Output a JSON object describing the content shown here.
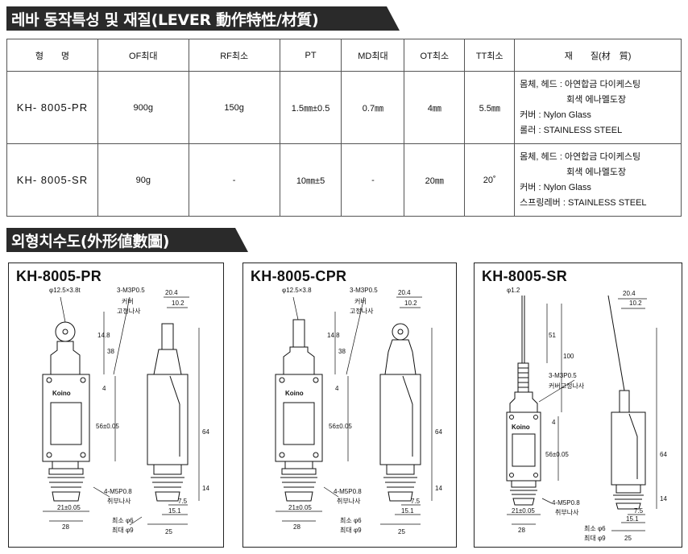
{
  "section1_title": "레바 동작특성 및 재질(LEVER 動作特性/材質)",
  "section2_title": "외형치수도(外形値數圖)",
  "table": {
    "headers": [
      "형　　명",
      "OF최대",
      "RF최소",
      "PT",
      "MD최대",
      "OT최소",
      "TT최소",
      "재　　질(材　質)"
    ],
    "rows": [
      {
        "model": "KH- 8005-PR",
        "of": "900g",
        "rf": "150g",
        "pt": "1.5㎜±0.5",
        "md": "0.7㎜",
        "ot": "4㎜",
        "tt": "5.5㎜",
        "material": [
          "몸체, 헤드 : 아연합금 다이케스팅",
          "회색 에나멜도장",
          "커버 : Nylon Glass",
          "롤러 : STAINLESS STEEL"
        ]
      },
      {
        "model": "KH- 8005-SR",
        "of": "90g",
        "rf": "-",
        "pt": "10㎜±5",
        "md": "-",
        "ot": "20㎜",
        "tt": "20˚",
        "material": [
          "몸체, 헤드 : 아연합금 다이케스팅",
          "회색 에나멜도장",
          "커버 : Nylon Glass",
          "스프링레버 : STAINLESS STEEL"
        ]
      }
    ]
  },
  "diagrams": [
    {
      "title": "KH-8005-PR",
      "labels": {
        "roller": "φ12.5×3.8t",
        "screw": "3-M3P0.5",
        "cover1": "커버",
        "cover2": "고정나사",
        "d204": "20.4",
        "d102": "10.2",
        "d148": "14.8",
        "d38": "38",
        "d4": "4",
        "d56": "56±0.05",
        "d64": "64",
        "d14": "14",
        "d75": "7.5",
        "d151": "15.1",
        "d28": "28",
        "d21": "21±0.05",
        "d25": "25",
        "m5": "4-M5P0.8",
        "m5b": "취부나사",
        "min": "최소 φ6",
        "max": "최대 φ9",
        "brand": "Koino"
      }
    },
    {
      "title": "KH-8005-CPR",
      "labels": {
        "roller": "φ12.5×3.8",
        "screw": "3-M3P0.5",
        "cover1": "커버",
        "cover2": "고정나사",
        "d204": "20.4",
        "d102": "10.2",
        "d148": "14.8",
        "d38": "38",
        "d4": "4",
        "d56": "56±0.05",
        "d64": "64",
        "d14": "14",
        "d75": "7.5",
        "d151": "15.1",
        "d28": "28",
        "d21": "21±0.05",
        "d25": "25",
        "m5": "4-M5P0.8",
        "m5b": "취부나사",
        "min": "최소 φ6",
        "max": "최대 φ9",
        "brand": "Koino"
      }
    },
    {
      "title": "KH-8005-SR",
      "labels": {
        "rod": "φ1.2",
        "screw": "3-M3P0.5",
        "cover": "커버고정나사",
        "d204": "20.4",
        "d102": "10.2",
        "d51": "51",
        "d100": "100",
        "d4": "4",
        "d56": "56±0.05",
        "d64": "64",
        "d14": "14",
        "d75": "7.5",
        "d151": "15.1",
        "d28": "28",
        "d21": "21±0.05",
        "d25": "25",
        "m5": "4-M5P0.8",
        "m5b": "취부나사",
        "min": "최소 φ6",
        "max": "최대 φ9",
        "brand": "Koino"
      }
    }
  ]
}
